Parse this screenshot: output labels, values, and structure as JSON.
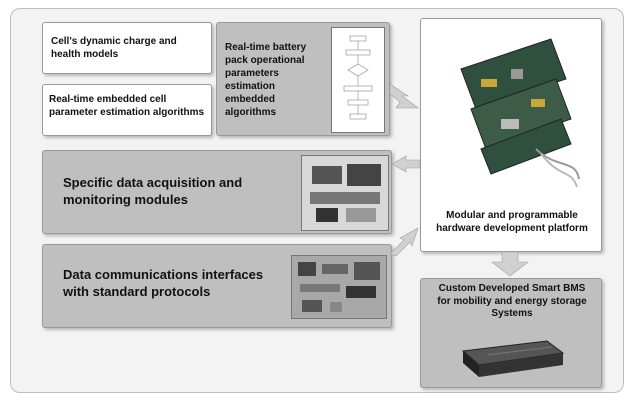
{
  "boxes": {
    "charge_models": "Cell's dynamic charge and health models",
    "cell_estimation": "Real-time embedded cell parameter estimation algorithms",
    "battery_pack": "Real-time battery pack operational parameters estimation embedded algorithms",
    "data_acquisition": "Specific data acquisition and monitoring modules",
    "data_comms": "Data communications interfaces with standard protocols",
    "hardware_platform": "Modular and programmable hardware development platform",
    "smart_bms": "Custom Developed Smart BMS for mobility and energy storage Systems"
  },
  "colors": {
    "frame_bg": "#f3f3f3",
    "box_white": "#ffffff",
    "box_gray": "#bfbfbf",
    "arrow": "#d0d0d0"
  }
}
